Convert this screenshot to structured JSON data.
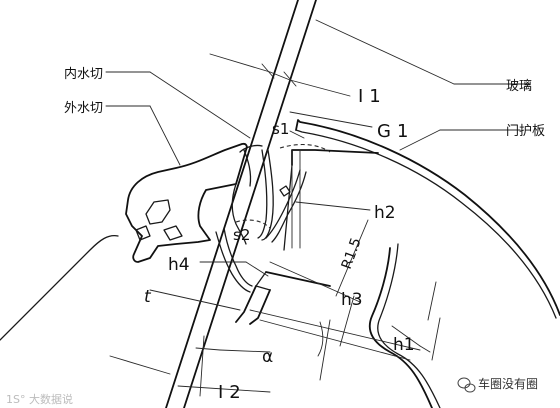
{
  "labels": {
    "inner_wiper": "内水切",
    "outer_wiper": "外水切",
    "glass": "玻璃",
    "door_trim": "门护板",
    "I1": "I1",
    "G1": "G1",
    "s1": "s1",
    "s2": "s2",
    "h1": "h1",
    "h2": "h2",
    "h3": "h3",
    "h4": "h4",
    "R15": "R1.5",
    "t": "t",
    "alpha": "α",
    "I2": "I2"
  },
  "watermark": {
    "left": "1S° 大数据说",
    "right": "车圈没有圈"
  }
}
